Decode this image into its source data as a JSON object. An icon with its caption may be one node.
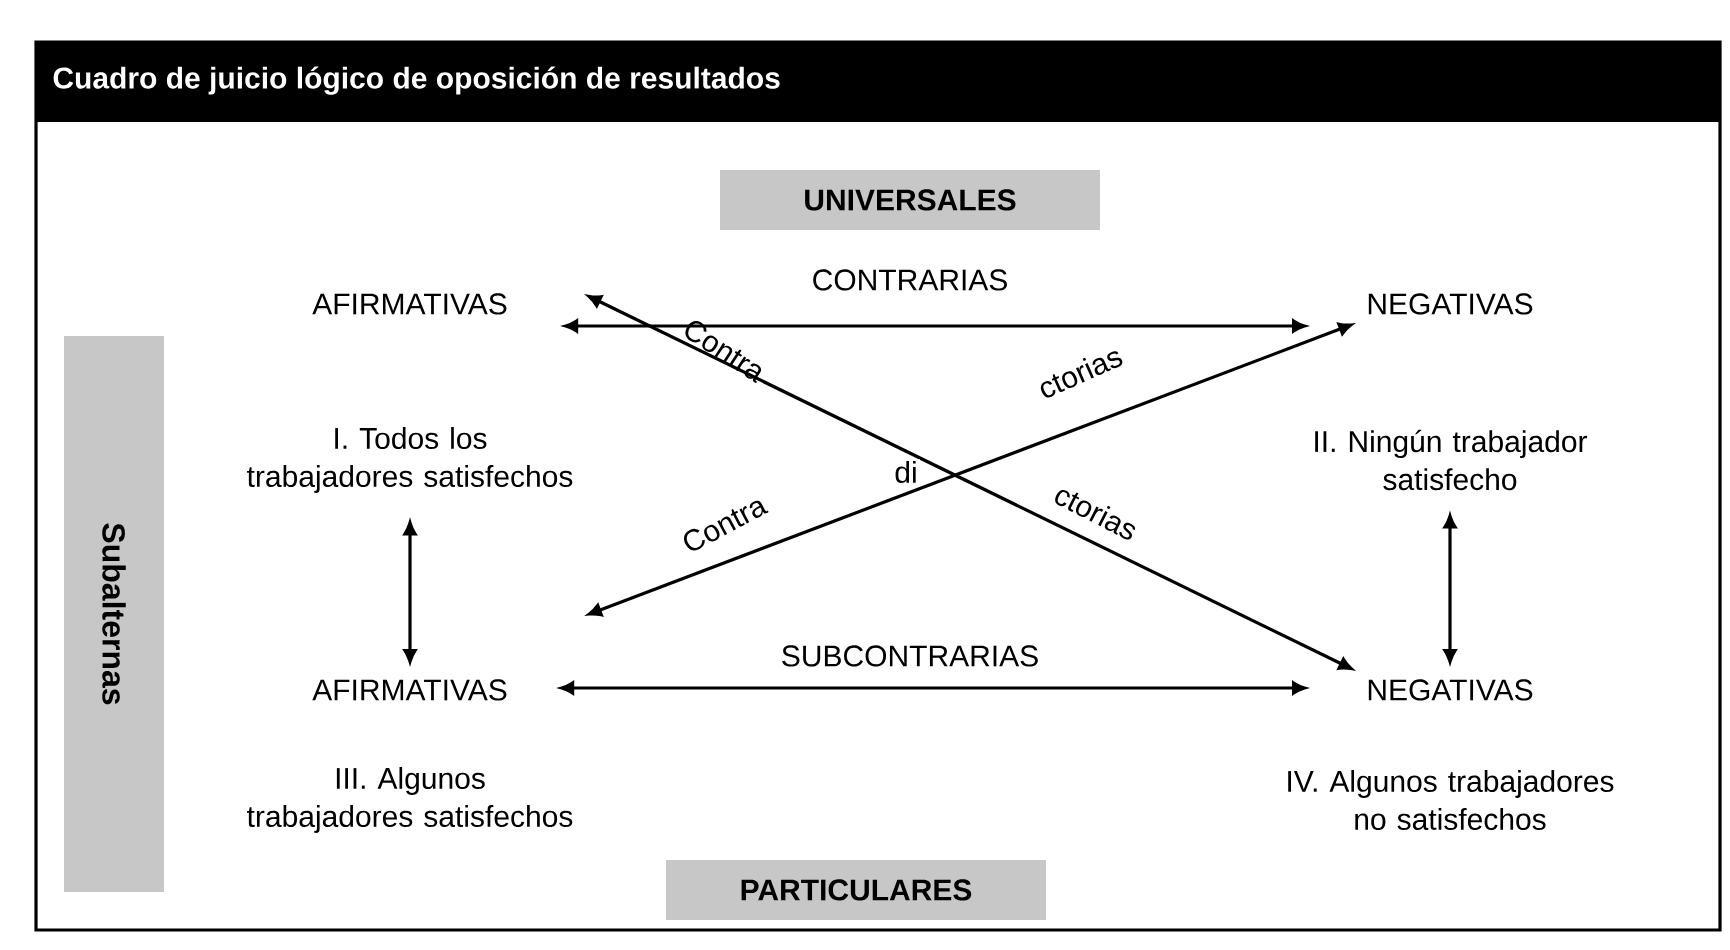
{
  "diagram": {
    "title": "Cuadro de juicio lógico de oposición de resultados",
    "nodes": [
      {
        "text": [
          "UNIVERSALES"
        ]
      },
      {
        "text": [
          "AFIRMATIVAS"
        ]
      },
      {
        "text": [
          "NEGATIVAS"
        ]
      },
      {
        "text": [
          "Subalternas"
        ]
      },
      {
        "text": [
          "I. Todos los trabajadores satisfechos"
        ]
      },
      {
        "text": [
          "II. Ningún trabajador satisfecho"
        ]
      },
      {
        "text": [
          "AFIRMATIVAS"
        ]
      },
      {
        "text": [
          "NEGATIVAS"
        ]
      },
      {
        "text": [
          "III. Algunos trabajadores satisfechos"
        ]
      },
      {
        "text": [
          "IV. Algunos trabajadores no satisfechos"
        ]
      },
      {
        "text": [
          "PARTICULARES"
        ]
      }
    ],
    "edges": [
      {
        "from": 1,
        "to": 2,
        "arrow": "both",
        "label": "CONTRARIAS"
      },
      {
        "from": 1,
        "to": 7,
        "arrow": "both"
      },
      {
        "from": 6,
        "to": 2,
        "arrow": "both"
      },
      {
        "from": 4,
        "to": 6,
        "arrow": "both"
      },
      {
        "from": 5,
        "to": 7,
        "arrow": "both"
      },
      {
        "from": 6,
        "to": 7,
        "arrow": "both",
        "label": "SUBCONTRARIAS"
      }
    ],
    "labels": [
      "Contra",
      "ctorias",
      "di",
      "Contra",
      "ctorias"
    ]
  }
}
